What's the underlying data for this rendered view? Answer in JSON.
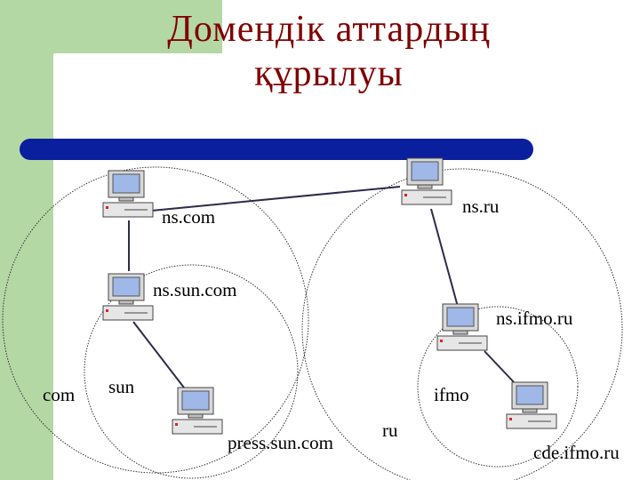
{
  "title": {
    "line1": "Домендік аттардың",
    "line2": "құрылуы"
  },
  "colors": {
    "title": "#800000",
    "rule": "#0a1f9e",
    "background_strip": "#b4d8a4",
    "link": "#2b2b4a"
  },
  "nodes": {
    "ns_com": "ns.com",
    "ns_ru": "ns.ru",
    "ns_sun_com": "ns.sun.com",
    "ns_ifmo_ru": "ns.ifmo.ru",
    "press_sun_com": "press.sun.com",
    "cde_ifmo_ru": "cde.ifmo.ru"
  },
  "zones": {
    "com": "com",
    "sun": "sun",
    "ifmo": "ifmo",
    "ru": "ru"
  },
  "icons": [
    "computer-icon"
  ]
}
